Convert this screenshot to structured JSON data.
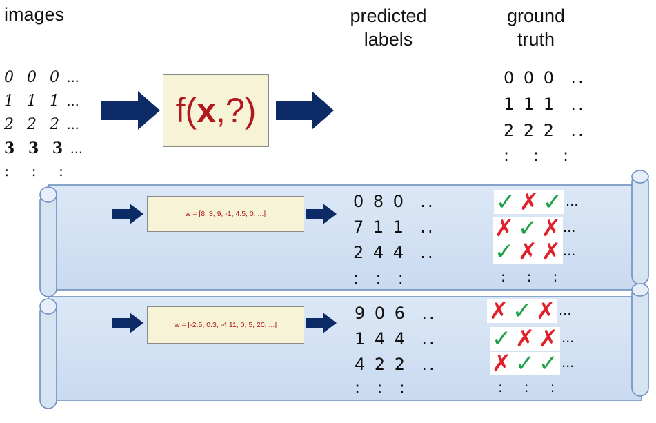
{
  "headers": {
    "images": "images",
    "predicted_line1": "predicted",
    "predicted_line2": "labels",
    "ground_line1": "ground",
    "ground_line2": "truth"
  },
  "images_digits": [
    {
      "row": "0 0 0",
      "tail": "..."
    },
    {
      "row": "1 1 1",
      "tail": "..."
    },
    {
      "row": "2 2 2",
      "tail": "..."
    },
    {
      "row": "3 3 3",
      "tail": "..."
    },
    {
      "row": ":  :  :",
      "tail": ""
    }
  ],
  "function": {
    "prefix": "f(",
    "bold": "x",
    "suffix": ",?)"
  },
  "ground_truth": [
    "0 0 0  ..",
    "1 1 1  ..",
    "2 2 2  ..",
    ":   :   :"
  ],
  "scrolls": [
    {
      "weights": "w = [8, 3, 9, -1, 4.5, 0, ...]",
      "predictions": [
        "0 8 0  ..",
        "7 1 1  ..",
        "2 4 4  ..",
        ":  :  :"
      ],
      "marks": [
        [
          "tick",
          "cross",
          "tick"
        ],
        [
          "cross",
          "tick",
          "cross"
        ],
        [
          "tick",
          "cross",
          "cross"
        ]
      ],
      "marks_bottom": ":   :   :"
    },
    {
      "weights": "w = [-2.5, 0.3, -4.11, 0, 5, 20, ...]",
      "predictions": [
        "9 0 6  ..",
        "1 4 4  ..",
        "4 2 2  ..",
        ":  :  :"
      ],
      "marks": [
        [
          "cross",
          "tick",
          "cross"
        ],
        [
          "tick",
          "cross",
          "cross"
        ],
        [
          "cross",
          "tick",
          "tick"
        ]
      ],
      "marks_bottom": ":   :   :"
    }
  ],
  "ellipsis": "..."
}
